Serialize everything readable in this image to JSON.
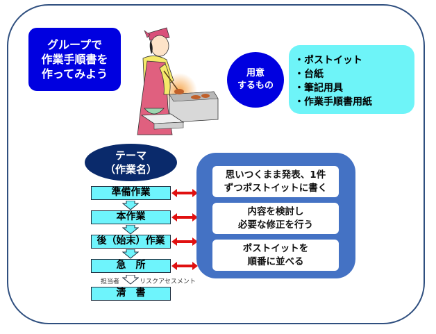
{
  "title_box": {
    "lines": [
      "グループで",
      "作業手順書を",
      "作ってみよう"
    ]
  },
  "illustration": {
    "description": "cook-woman-frying-illustration"
  },
  "materials": {
    "circle_lines": [
      "用意",
      "するもの"
    ],
    "items": [
      "・ポストイット",
      "・台紙",
      "・筆記用具",
      "・作業手順書用紙"
    ]
  },
  "theme": {
    "lines": [
      "テーマ",
      "（作業名）"
    ]
  },
  "steps": [
    {
      "label": "準備作業"
    },
    {
      "label": "本作業"
    },
    {
      "label": "後（始末）作業"
    },
    {
      "label": "急　所"
    },
    {
      "label": "清　書"
    }
  ],
  "sub_labels": {
    "left": "担当者",
    "right": "リスクアセスメント"
  },
  "procedure_cards": [
    {
      "lines": [
        "思いつくまま発表、1件",
        "ずつポストイットに書く"
      ]
    },
    {
      "lines": [
        "内容を検討し",
        "必要な修正を行う"
      ]
    },
    {
      "lines": [
        "ポストイットを",
        "順番に並べる"
      ]
    }
  ],
  "colors": {
    "title_blue": "#0000e0",
    "cyan": "#6ef4f8",
    "theme_navy": "#0a2a6b",
    "panel_blue": "#4472c4",
    "arrow_red": "#e01010",
    "frame": "#2f4f7f"
  }
}
